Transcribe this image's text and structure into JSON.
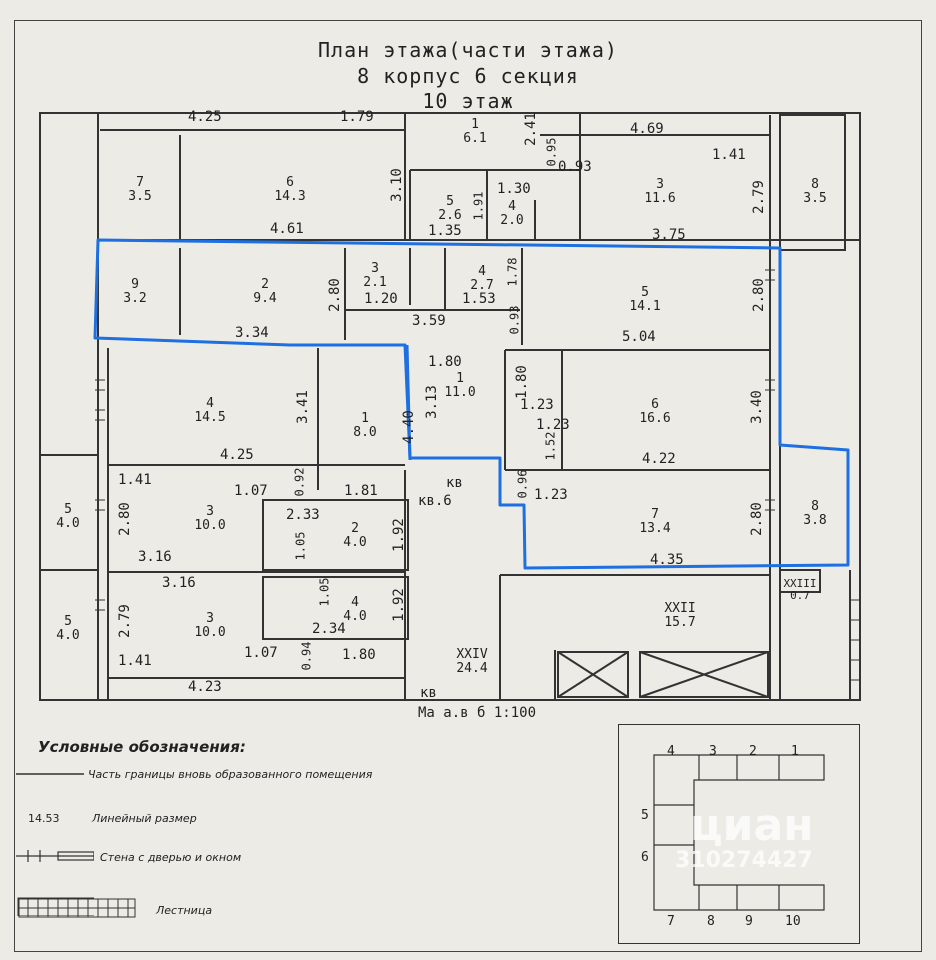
{
  "header": {
    "title": "План этажа(части этажа)",
    "subtitle": "8 корпус 6 секция",
    "floor": "10 этаж"
  },
  "scale_label": "Ма а.в б 1:100",
  "rooms": [
    {
      "id": "r7a",
      "num": "7",
      "area": "3.5"
    },
    {
      "id": "r6a",
      "num": "6",
      "area": "14.3"
    },
    {
      "id": "r1a",
      "num": "1",
      "area": "6.1"
    },
    {
      "id": "r5a",
      "num": "5",
      "area": "2.6"
    },
    {
      "id": "r4a",
      "num": "4",
      "area": "2.0"
    },
    {
      "id": "r3a",
      "num": "3",
      "area": "11.6"
    },
    {
      "id": "r8a",
      "num": "8",
      "area": "3.5"
    },
    {
      "id": "r9b",
      "num": "9",
      "area": "3.2"
    },
    {
      "id": "r2b",
      "num": "2",
      "area": "9.4"
    },
    {
      "id": "r3b",
      "num": "3",
      "area": "2.1"
    },
    {
      "id": "r4b",
      "num": "4",
      "area": "2.7"
    },
    {
      "id": "r5b",
      "num": "5",
      "area": "14.1"
    },
    {
      "id": "r4c",
      "num": "4",
      "area": "14.5"
    },
    {
      "id": "r1c",
      "num": "1",
      "area": "8.0"
    },
    {
      "id": "r1h",
      "num": "1",
      "area": "11.0"
    },
    {
      "id": "r6b",
      "num": "6",
      "area": "16.6"
    },
    {
      "id": "r5c",
      "num": "5",
      "area": "4.0"
    },
    {
      "id": "r3c",
      "num": "3",
      "area": "10.0"
    },
    {
      "id": "r2c",
      "num": "2",
      "area": "4.0"
    },
    {
      "id": "r7b",
      "num": "7",
      "area": "13.4"
    },
    {
      "id": "r8b",
      "num": "8",
      "area": "3.8"
    },
    {
      "id": "r5d",
      "num": "5",
      "area": "4.0"
    },
    {
      "id": "r3d",
      "num": "3",
      "area": "10.0"
    },
    {
      "id": "r4d",
      "num": "4",
      "area": "4.0"
    },
    {
      "id": "r22",
      "num": "XXII",
      "area": "15.7"
    },
    {
      "id": "r23",
      "num": "XXIII",
      "area": "0.7"
    },
    {
      "id": "r24",
      "num": "XXIV",
      "area": "24.4"
    }
  ],
  "dimensions": [
    "4.25",
    "1.79",
    "2.41",
    "4.69",
    "1.41",
    "0.95",
    "0.93",
    "3.10",
    "1.30",
    "1.91",
    "2.79",
    "4.61",
    "1.35",
    "3.75",
    "2.80",
    "1.78",
    "1.20",
    "1.53",
    "2.80",
    "3.34",
    "3.59",
    "0.93",
    "5.04",
    "1.80",
    "3.41",
    "3.13",
    "4.40",
    "1.80",
    "1.23",
    "1.23",
    "3.40",
    "1.52",
    "4.25",
    "4.22",
    "1.41",
    "1.07",
    "0.92",
    "1.81",
    "0.96",
    "1.23",
    "2.80",
    "2.33",
    "1.05",
    "1.92",
    "2.80",
    "3.16",
    "4.35",
    "3.16",
    "1.05",
    "2.79",
    "1.92",
    "2.34",
    "1.41",
    "1.07",
    "0.94",
    "1.80",
    "4.23"
  ],
  "apt_labels": [
    "кв",
    "кв.6",
    "кв"
  ],
  "legend": {
    "title": "Условные обозначения:",
    "items": [
      {
        "marker": "",
        "text": "Часть границы вновь образованного помещения"
      },
      {
        "marker": "14.53",
        "text": "Линейный размер"
      },
      {
        "marker": "",
        "text": "Стена с дверью и окном"
      },
      {
        "marker": "",
        "text": "Лестница"
      }
    ]
  },
  "keymap": {
    "sections_top": [
      "4",
      "3",
      "2",
      "1"
    ],
    "sections_left": [
      "5",
      "6"
    ],
    "sections_bottom": [
      "7",
      "8",
      "9",
      "10"
    ]
  },
  "watermark": {
    "brand": "циан",
    "id": "310274427"
  },
  "colors": {
    "highlight": "#1e6fe0",
    "ink": "#222222",
    "paper": "#ecebe6"
  }
}
